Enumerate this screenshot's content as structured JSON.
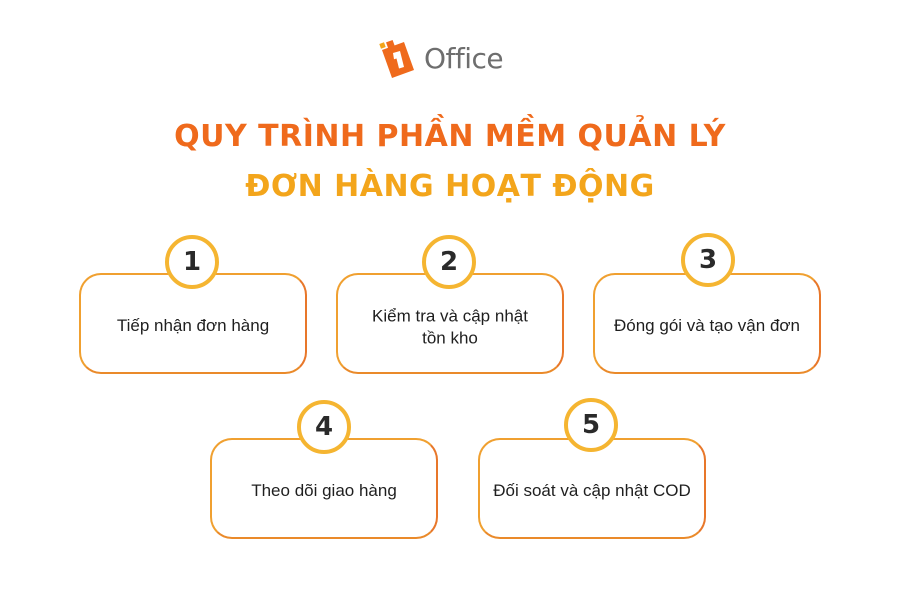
{
  "brand": {
    "name": "Office",
    "logo_icon": "1office-logo-icon",
    "colors": {
      "orange": "#ef6a1c",
      "amber": "#f3a51b",
      "badge_ring": "#f5b531",
      "text": "#1f1f1f"
    }
  },
  "title": {
    "line1": "QUY TRÌNH PHẦN MỀM QUẢN LÝ",
    "line2": "ĐƠN HÀNG HOẠT ĐỘNG"
  },
  "steps": [
    {
      "number": "1",
      "line1": "Tiếp nhận đơn hàng",
      "line2": ""
    },
    {
      "number": "2",
      "line1": "Kiểm tra và cập nhật",
      "line2": "tồn kho"
    },
    {
      "number": "3",
      "line1": "Đóng gói và tạo vận đơn",
      "line2": ""
    },
    {
      "number": "4",
      "line1": "Theo dõi giao hàng",
      "line2": ""
    },
    {
      "number": "5",
      "line1": "Đối soát và cập nhật COD",
      "line2": ""
    }
  ]
}
